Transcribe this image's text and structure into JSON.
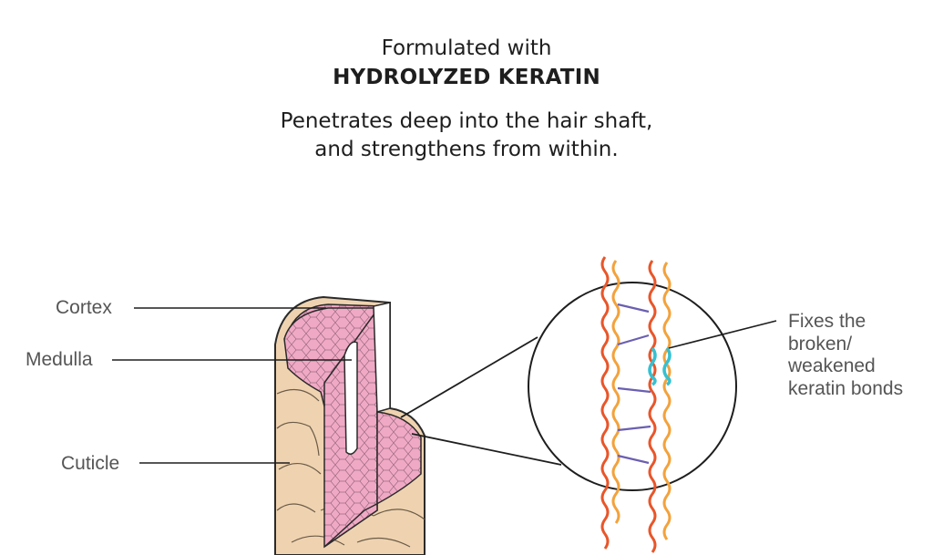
{
  "heading": {
    "line1": "Formulated with",
    "line2": "HYDROLYZED KERATIN",
    "sub1": "Penetrates deep into the hair shaft,",
    "sub2": "and strengthens from within."
  },
  "labels": {
    "cortex": "Cortex",
    "medulla": "Medulla",
    "cuticle": "Cuticle"
  },
  "note": {
    "line1": "Fixes the",
    "line2": "broken/",
    "line3": "weakened",
    "line4": "keratin bonds"
  },
  "colors": {
    "cuticle": "#efd3b0",
    "cortex": "#f0a9c4",
    "strand_outer": "#e8562a",
    "strand_inner": "#f3a23c",
    "repaired_bond": "#37c0d0",
    "bond": "#6a5fb0"
  }
}
